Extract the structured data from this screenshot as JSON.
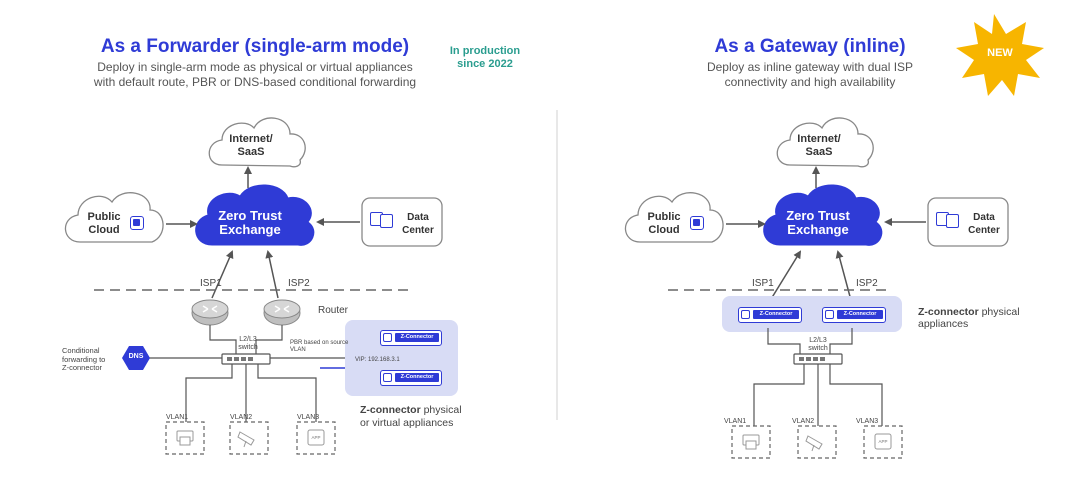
{
  "left": {
    "title": "As a Forwarder (single-arm mode)",
    "subtitle_line1": "Deploy in single-arm mode as physical or virtual appliances",
    "subtitle_line2": "with default route, PBR or DNS-based conditional forwarding",
    "badge_line1": "In production",
    "badge_line2": "since 2022",
    "internet_line1": "Internet/",
    "internet_line2": "SaaS",
    "zte_line1": "Zero Trust",
    "zte_line2": "Exchange",
    "public_cloud_line1": "Public",
    "public_cloud_line2": "Cloud",
    "data_center_line1": "Data",
    "data_center_line2": "Center",
    "isp1": "ISP1",
    "isp2": "ISP2",
    "router": "Router",
    "switch_line1": "L2/L3",
    "switch_line2": "switch",
    "cond_line1": "Conditional",
    "cond_line2": "forwarding to",
    "cond_line3": "Z-connector",
    "dns": "DNS",
    "pbr_line1": "PBR based on source",
    "pbr_line2": "VLAN",
    "vip": "VIP: 192.168.3.1",
    "zconnector_label": "Z-Connector",
    "appliance_bold": "Z-connector",
    "appliance_rest": " physical",
    "appliance_line2": "or virtual appliances",
    "vlan1": "VLAN1",
    "vlan2": "VLAN2",
    "vlan3": "VLAN3",
    "app": "APP"
  },
  "right": {
    "title": "As a Gateway (inline)",
    "subtitle_line1": "Deploy as inline gateway with dual ISP",
    "subtitle_line2": "connectivity and high availability",
    "new_badge": "NEW",
    "internet_line1": "Internet/",
    "internet_line2": "SaaS",
    "zte_line1": "Zero Trust",
    "zte_line2": "Exchange",
    "public_cloud_line1": "Public",
    "public_cloud_line2": "Cloud",
    "data_center_line1": "Data",
    "data_center_line2": "Center",
    "isp1": "ISP1",
    "isp2": "ISP2",
    "zconnector_label": "Z-Connector",
    "appliance_bold": "Z-connector",
    "appliance_rest": " physical",
    "appliance_line2": "appliances",
    "switch_line1": "L2/L3",
    "switch_line2": "switch",
    "vlan1": "VLAN1",
    "vlan2": "VLAN2",
    "vlan3": "VLAN3",
    "app": "APP"
  },
  "colors": {
    "brand_blue": "#2f3bd6",
    "badge_green": "#2a9d8f",
    "new_star": "#f7b500",
    "appliance_bg": "#d8dcf5"
  }
}
